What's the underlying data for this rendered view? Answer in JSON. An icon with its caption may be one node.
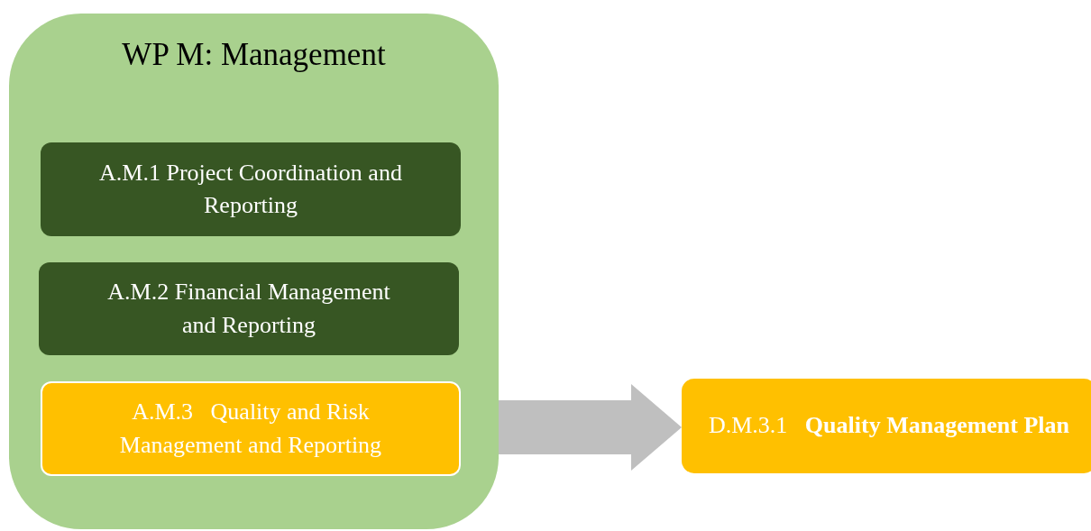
{
  "diagram": {
    "nodes": [
      {
        "text": [
          "WP M: Management"
        ]
      },
      {
        "text": [
          "A.M.1 Project Coordination and Reporting"
        ],
        "in": 0
      },
      {
        "text": [
          "A.M.2 Financial Management and Reporting"
        ],
        "in": 0
      },
      {
        "text": [
          "A.M.3   Quality and Risk Management and Reporting"
        ],
        "in": 0
      },
      {
        "text": [
          "D.M.3.1   **Quality Management Plan**"
        ]
      }
    ],
    "edges": [
      {
        "from": 3,
        "to": 4,
        "arrow": "to"
      }
    ]
  }
}
